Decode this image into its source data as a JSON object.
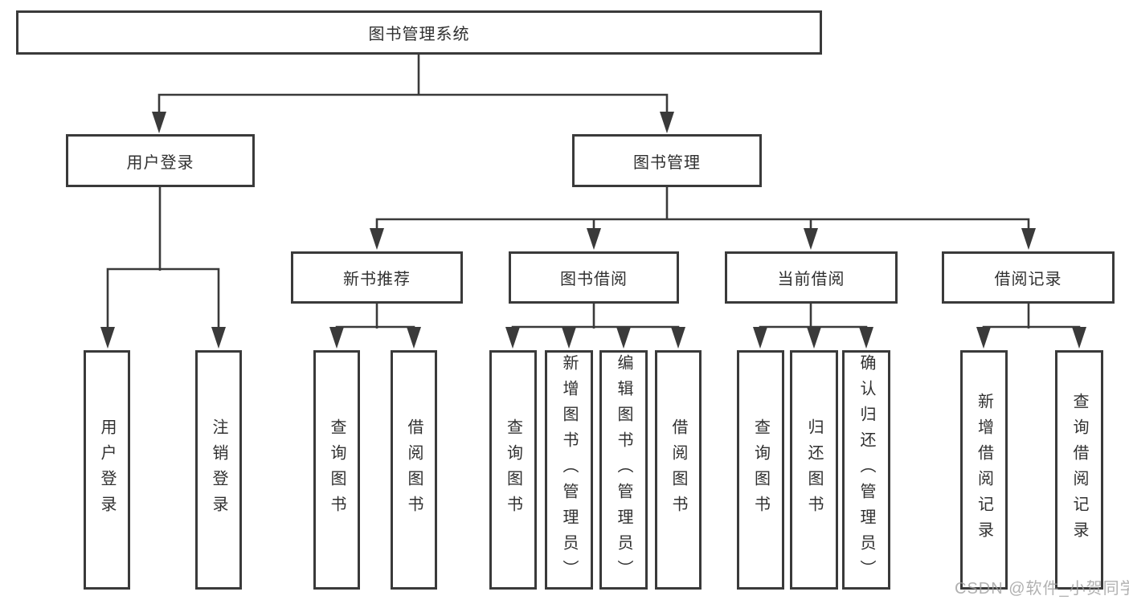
{
  "diagram_title": "图书管理系统",
  "tree": {
    "root": "图书管理系统",
    "branches": [
      {
        "label": "用户登录",
        "children": [
          "用户登录",
          "注销登录"
        ]
      },
      {
        "label": "图书管理",
        "groups": [
          {
            "label": "新书推荐",
            "children": [
              "查询图书",
              "借阅图书"
            ]
          },
          {
            "label": "图书借阅",
            "children": [
              "查询图书",
              "新增图书（管理员）",
              "编辑图书（管理员）",
              "借阅图书"
            ]
          },
          {
            "label": "当前借阅",
            "children": [
              "查询图书",
              "归还图书",
              "确认归还（管理员）"
            ]
          },
          {
            "label": "借阅记录",
            "children": [
              "新增借阅记录",
              "查询借阅记录"
            ]
          }
        ]
      }
    ]
  },
  "watermark": "CSDN @软件_小贺同学",
  "colors": {
    "line": "#3a3a3a",
    "text": "#303030",
    "background": "#ffffff",
    "watermark": "#9e9e9e"
  }
}
